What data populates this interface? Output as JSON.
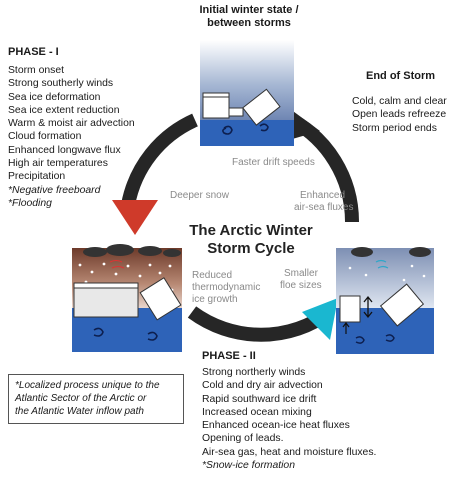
{
  "top": {
    "title_lines": [
      "Initial winter state /",
      "between storms"
    ],
    "caption": "Faster drift speeds"
  },
  "phase1": {
    "title": "PHASE - I",
    "items": [
      "Storm onset",
      "Strong southerly winds",
      "Sea ice deformation",
      "Sea ice extent reduction",
      "Warm & moist air advection",
      "Cloud formation",
      "Enhanced longwave flux",
      "High air temperatures",
      "Precipitation",
      "*Negative freeboard",
      "*Flooding"
    ],
    "caption": "Deeper snow"
  },
  "end": {
    "title": "End of Storm",
    "items": [
      "Cold, calm and clear",
      "Open leads refreeze",
      "Storm period ends"
    ],
    "caption_lines": [
      "Enhanced",
      "air-sea fluxes"
    ]
  },
  "center": {
    "title_lines": [
      "The Arctic Winter",
      "Storm Cycle"
    ]
  },
  "left_panel": {
    "caption_lines": [
      "Reduced",
      "thermodynamic",
      "ice growth"
    ]
  },
  "right_panel": {
    "caption_lines": [
      "Smaller",
      "floe sizes"
    ]
  },
  "phase2": {
    "title": "PHASE - II",
    "items": [
      "Strong northerly winds",
      "Cold and dry air advection",
      "Rapid southward ice drift",
      "Increased ocean mixing",
      "Enhanced ocean-ice heat fluxes",
      "Opening of leads.",
      "Air-sea gas, heat and moisture fluxes.",
      "*Snow-ice formation"
    ]
  },
  "note": {
    "lines": [
      "*Localized process unique to the",
      "Atlantic Sector of the Arctic or",
      "the Atlantic Water inflow path"
    ]
  },
  "colors": {
    "ocean": "#2e63b8",
    "arrow_dark": "#262626",
    "arrow_red": "#cf3a2a",
    "arrow_cyan": "#1ab7d0",
    "warm_sky": "#9a6248"
  }
}
